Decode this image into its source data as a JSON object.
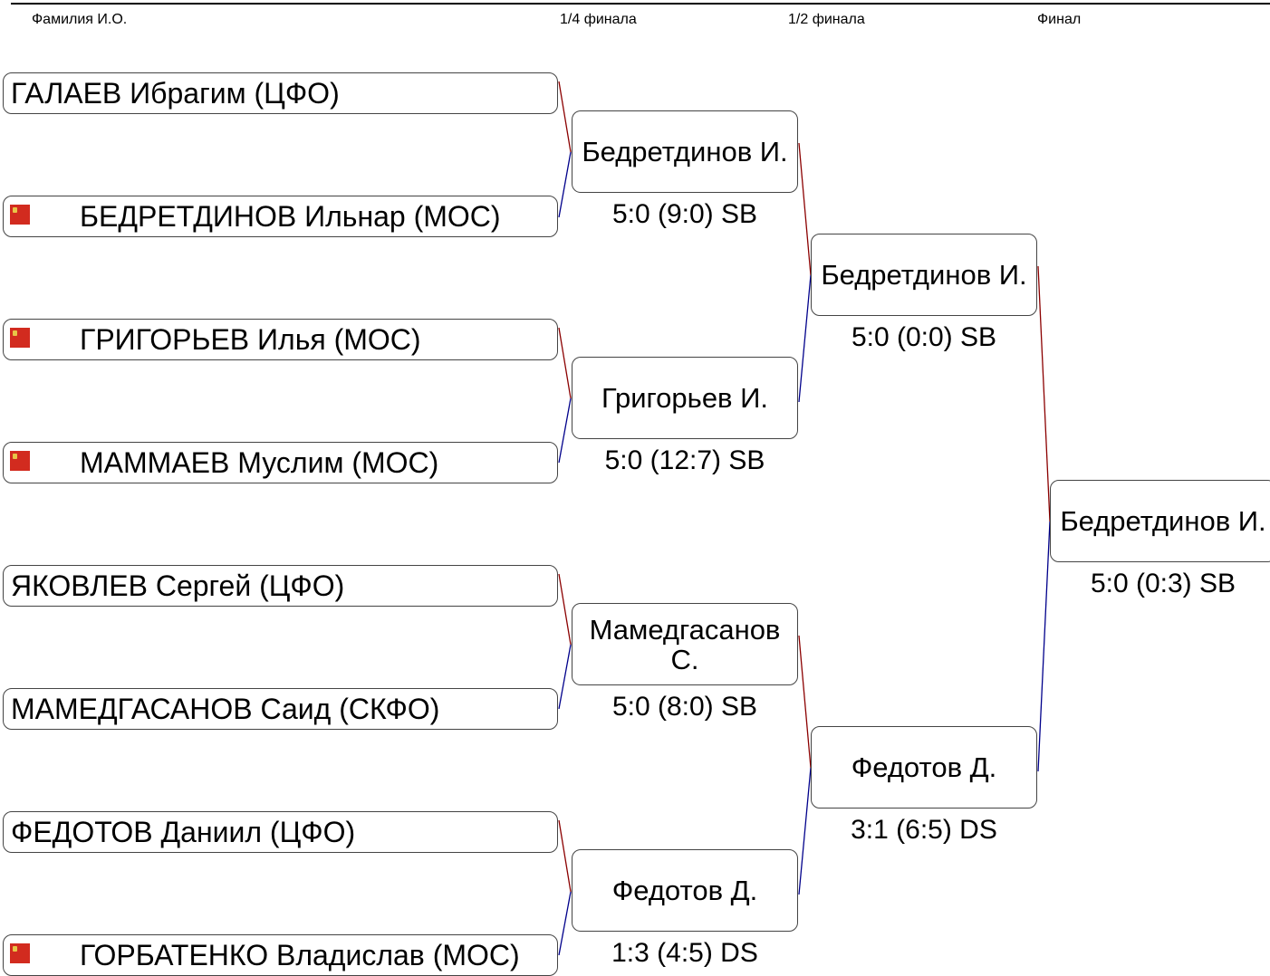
{
  "headers": {
    "name": "Фамилия И.О.",
    "quarter": "1/4 финала",
    "semi": "1/2 финала",
    "final": "Финал"
  },
  "colors": {
    "upper_line": "#8b0000",
    "lower_line": "#00008b",
    "flag": "#d22b1f"
  },
  "flag_icon": "moscow-region-flag-icon",
  "competitors": [
    {
      "name": "ГАЛАЕВ Ибрагим (ЦФО)",
      "flag": false
    },
    {
      "name": "БЕДРЕТДИНОВ Ильнар (МОС)",
      "flag": true
    },
    {
      "name": "ГРИГОРЬЕВ Илья (МОС)",
      "flag": true
    },
    {
      "name": "МАММАЕВ Муслим (МОС)",
      "flag": true
    },
    {
      "name": "ЯКОВЛЕВ Сергей (ЦФО)",
      "flag": false
    },
    {
      "name": "МАМЕДГАСАНОВ Саид (СКФО)",
      "flag": false
    },
    {
      "name": "ФЕДОТОВ Даниил (ЦФО)",
      "flag": false
    },
    {
      "name": "ГОРБАТЕНКО Владислав (МОС)",
      "flag": true
    }
  ],
  "quarterfinals": [
    {
      "winner": "Бедретдинов И.",
      "score": "5:0 (9:0) SB"
    },
    {
      "winner": "Григорьев И.",
      "score": "5:0 (12:7) SB"
    },
    {
      "winner": "Мамедгасанов С.",
      "score": "5:0 (8:0) SB"
    },
    {
      "winner": "Федотов Д.",
      "score": "1:3 (4:5) DS"
    }
  ],
  "semifinals": [
    {
      "winner": "Бедретдинов И.",
      "score": "5:0 (0:0) SB"
    },
    {
      "winner": "Федотов Д.",
      "score": "3:1 (6:5) DS"
    }
  ],
  "final": {
    "winner": "Бедретдинов И.",
    "score": "5:0 (0:3) SB"
  }
}
